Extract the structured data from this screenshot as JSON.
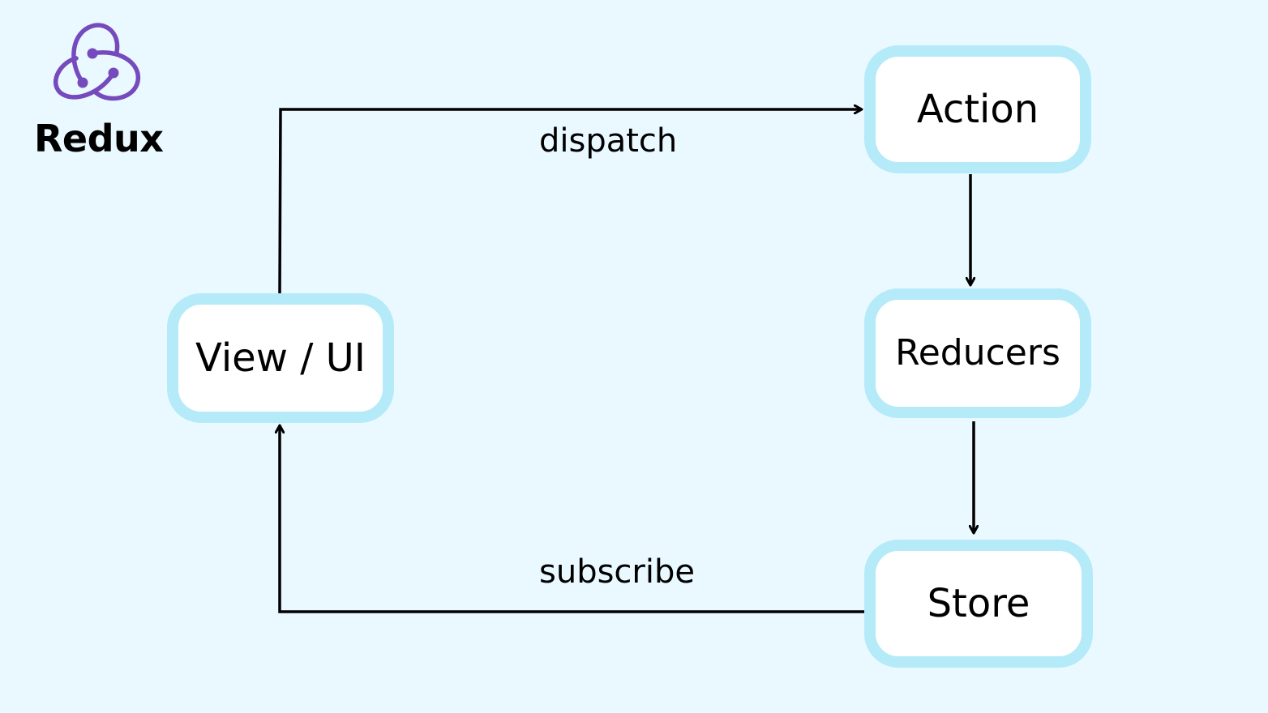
{
  "brand": {
    "name": "Redux",
    "logo_icon": "redux-atom-icon",
    "logo_color": "#764abc"
  },
  "nodes": {
    "view": "View / UI",
    "action": "Action",
    "reducers": "Reducers",
    "store": "Store"
  },
  "edges": {
    "dispatch": "dispatch",
    "subscribe": "subscribe"
  },
  "colors": {
    "background": "#eaf9ff",
    "node_border": "#b5eaf9",
    "node_fill": "#ffffff",
    "arrow": "#000000"
  }
}
